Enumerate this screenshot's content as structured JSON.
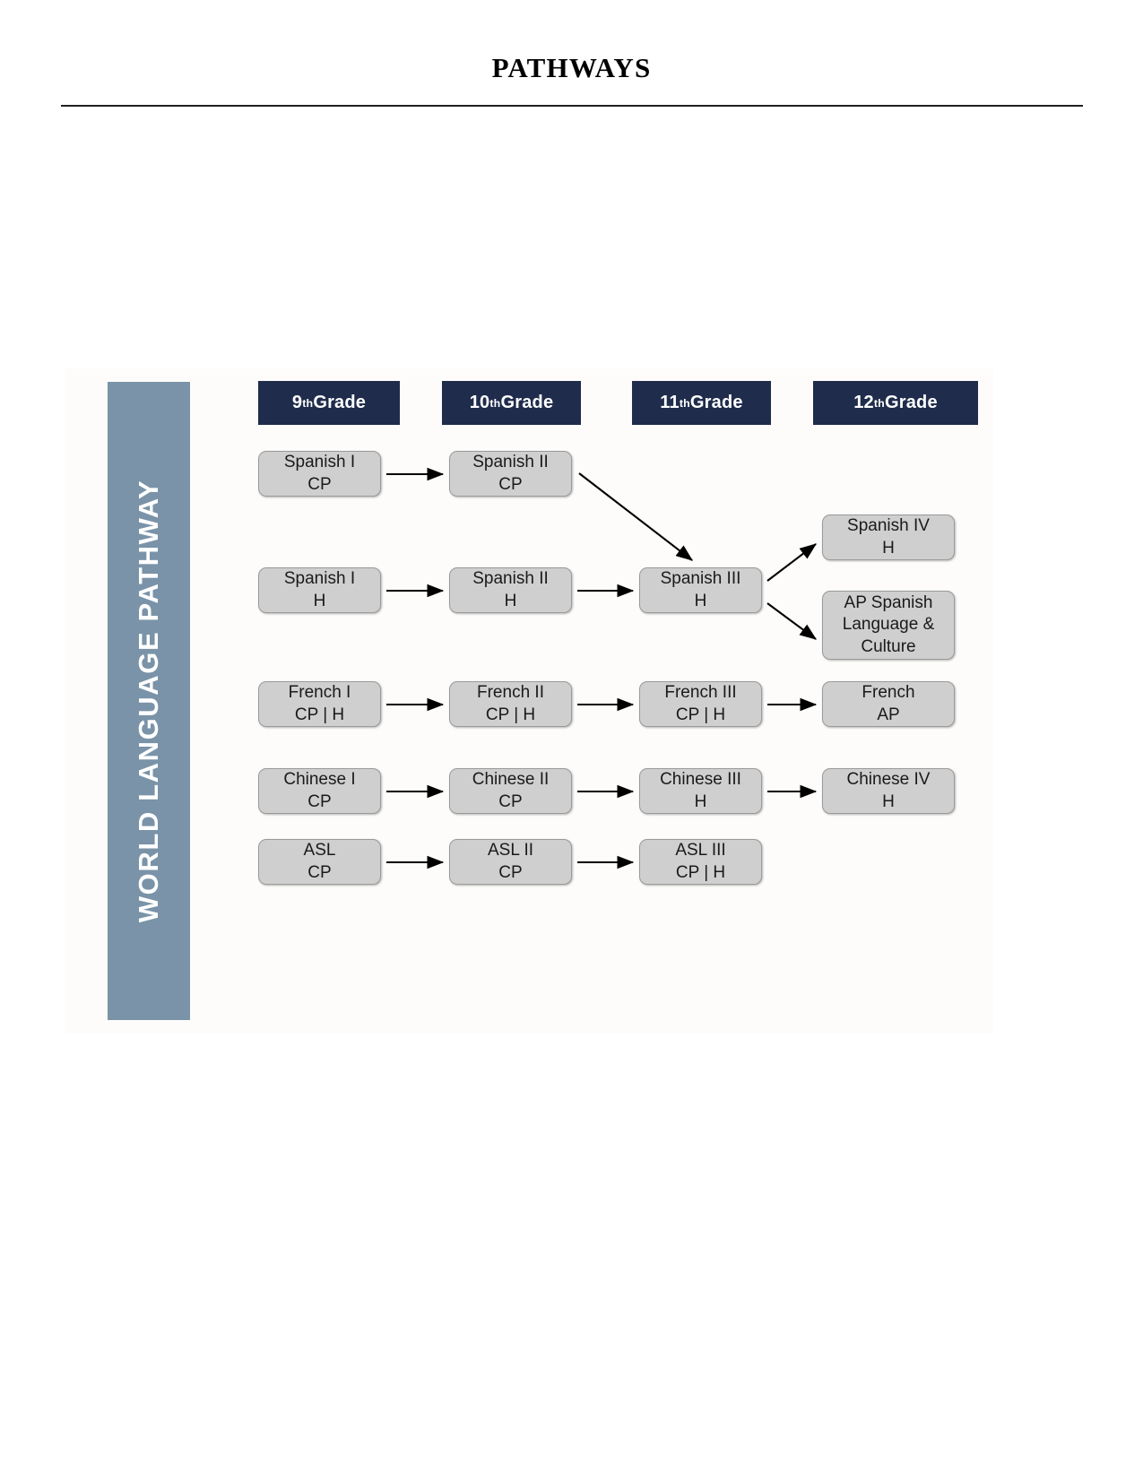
{
  "page": {
    "title": "PATHWAYS"
  },
  "diagram": {
    "banner_label": "WORLD LANGUAGE PATHWAY",
    "colors": {
      "banner": "#7a93a8",
      "grade_header": "#1f2c4c",
      "course_box": "#cfcfcf",
      "canvas": "#fdfcfa",
      "arrow": "#000000"
    },
    "grade_headers": [
      {
        "number": "9",
        "ordinal": "th",
        "label": " Grade"
      },
      {
        "number": "10",
        "ordinal": "th",
        "label": " Grade"
      },
      {
        "number": "11",
        "ordinal": "th",
        "label": " Grade"
      },
      {
        "number": "12",
        "ordinal": "th",
        "label": " Grade"
      }
    ],
    "rows": [
      {
        "name": "spanish-cp",
        "boxes": [
          {
            "grade": "9",
            "line1": "Spanish I",
            "line2": "CP"
          },
          {
            "grade": "10",
            "line1": "Spanish II",
            "line2": "CP"
          }
        ]
      },
      {
        "name": "spanish-honors",
        "boxes": [
          {
            "grade": "9",
            "line1": "Spanish I",
            "line2": "H"
          },
          {
            "grade": "10",
            "line1": "Spanish II",
            "line2": "H"
          },
          {
            "grade": "11",
            "line1": "Spanish III",
            "line2": "H"
          },
          {
            "grade": "12",
            "line1": "Spanish IV",
            "line2": "H"
          },
          {
            "grade": "12",
            "line1": "AP Spanish",
            "line2": "Language &",
            "line3": "Culture"
          }
        ]
      },
      {
        "name": "french",
        "boxes": [
          {
            "grade": "9",
            "line1": "French I",
            "line2": "CP | H"
          },
          {
            "grade": "10",
            "line1": "French II",
            "line2": "CP | H"
          },
          {
            "grade": "11",
            "line1": "French III",
            "line2": "CP | H"
          },
          {
            "grade": "12",
            "line1": "French",
            "line2": "AP"
          }
        ]
      },
      {
        "name": "chinese",
        "boxes": [
          {
            "grade": "9",
            "line1": "Chinese I",
            "line2": "CP"
          },
          {
            "grade": "10",
            "line1": "Chinese II",
            "line2": "CP"
          },
          {
            "grade": "11",
            "line1": "Chinese III",
            "line2": "H"
          },
          {
            "grade": "12",
            "line1": "Chinese IV",
            "line2": "H"
          }
        ]
      },
      {
        "name": "asl",
        "boxes": [
          {
            "grade": "9",
            "line1": "ASL",
            "line2": "CP"
          },
          {
            "grade": "10",
            "line1": "ASL II",
            "line2": "CP"
          },
          {
            "grade": "11",
            "line1": "ASL III",
            "line2": "CP | H"
          }
        ]
      }
    ]
  }
}
